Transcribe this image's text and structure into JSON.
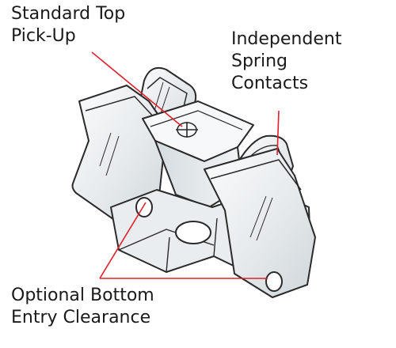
{
  "labels": {
    "pickup": {
      "line1": "Standard Top",
      "line2": "Pick-Up"
    },
    "spring": {
      "line1": "Independent",
      "line2": "Spring",
      "line3": "Contacts"
    },
    "entry": {
      "line1": "Optional Bottom",
      "line2": "Entry Clearance"
    }
  },
  "colors": {
    "outline": "#2a2a2a",
    "metal_light": "#f4f6f7",
    "metal_mid": "#dfe4e7",
    "metal_shadow": "#c6ced3",
    "leader": "#e0202a"
  }
}
